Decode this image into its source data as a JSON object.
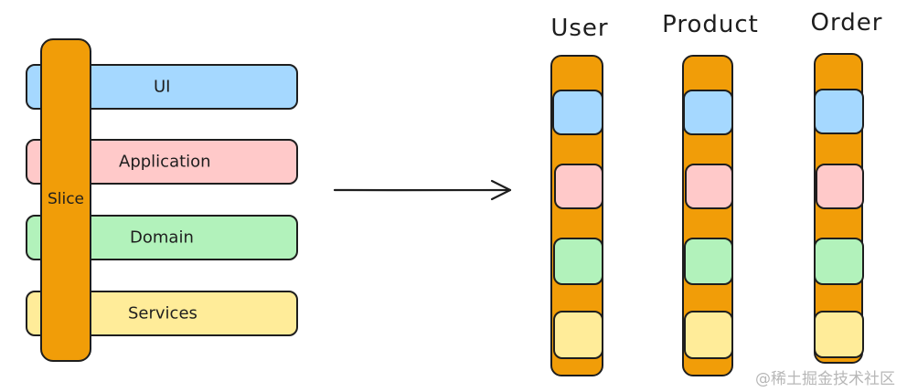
{
  "diagram": {
    "layers": [
      {
        "label": "UI",
        "fill": "#a5d8ff"
      },
      {
        "label": "Application",
        "fill": "#ffc9c9"
      },
      {
        "label": "Domain",
        "fill": "#b2f2bb"
      },
      {
        "label": "Services",
        "fill": "#ffec99"
      }
    ],
    "slice_label": "Slice",
    "slice_fill": "#f19d08",
    "columns": [
      {
        "title": "User"
      },
      {
        "title": "Product"
      },
      {
        "title": "Order"
      }
    ]
  },
  "watermark": "@稀土掘金技术社区"
}
